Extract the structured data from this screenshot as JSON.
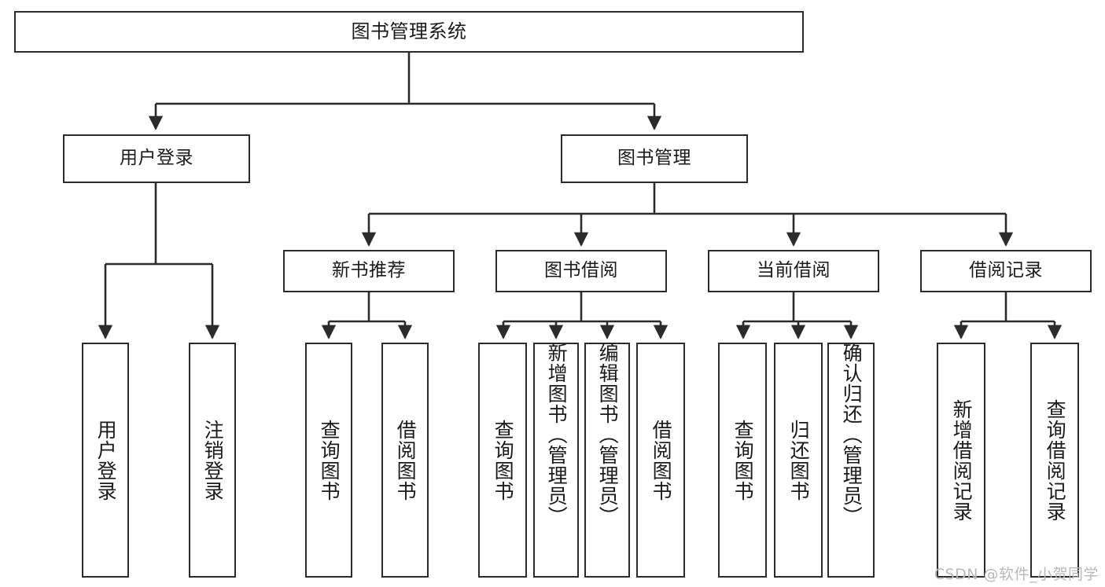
{
  "diagram": {
    "title": "图书管理系统",
    "type": "tree-hierarchy-chart",
    "watermark": "CSDN @软件_小贺同学",
    "colors": {
      "stroke": "#2b2b2b",
      "fill": "#ffffff",
      "text": "#1a1a1a",
      "watermark": "#b9b9b9",
      "background": "#ffffff"
    },
    "nodes": {
      "root": {
        "label": "图书管理系统"
      },
      "level2": [
        {
          "id": "user-login",
          "label": "用户登录"
        },
        {
          "id": "book-management",
          "label": "图书管理"
        }
      ],
      "level3": [
        {
          "id": "new-book-recommend",
          "label": "新书推荐"
        },
        {
          "id": "book-borrow",
          "label": "图书借阅"
        },
        {
          "id": "current-borrow",
          "label": "当前借阅"
        },
        {
          "id": "borrow-record",
          "label": "借阅记录"
        }
      ],
      "leaves": {
        "user_login": [
          {
            "id": "leaf-user-login",
            "label": "用户登录"
          },
          {
            "id": "leaf-logout-login",
            "label": "注销登录"
          }
        ],
        "new_book_recommend": [
          {
            "id": "leaf-query-book-1",
            "label": "查询图书"
          },
          {
            "id": "leaf-borrow-book-1",
            "label": "借阅图书"
          }
        ],
        "book_borrow": [
          {
            "id": "leaf-query-book-2",
            "label": "查询图书"
          },
          {
            "id": "leaf-add-book",
            "label": "新增图书（管理员）"
          },
          {
            "id": "leaf-edit-book",
            "label": "编辑图书（管理员）"
          },
          {
            "id": "leaf-borrow-book-2",
            "label": "借阅图书"
          }
        ],
        "current_borrow": [
          {
            "id": "leaf-query-book-3",
            "label": "查询图书"
          },
          {
            "id": "leaf-return-book",
            "label": "归还图书"
          },
          {
            "id": "leaf-confirm-return",
            "label": "确认归还（管理员）"
          }
        ],
        "borrow_record": [
          {
            "id": "leaf-add-record",
            "label": "新增借阅记录"
          },
          {
            "id": "leaf-query-record",
            "label": "查询借阅记录"
          }
        ]
      }
    }
  }
}
